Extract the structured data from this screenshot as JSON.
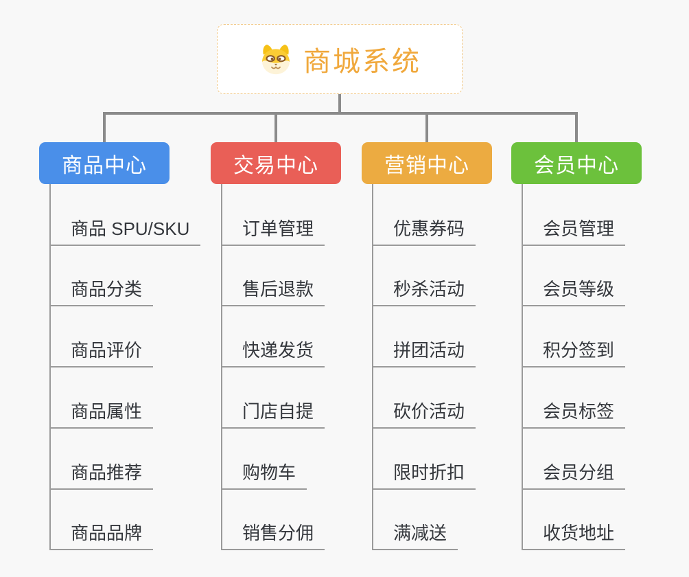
{
  "canvas": {
    "background": "#f8f8f8",
    "connector_color": "#8b8b8b",
    "child_line_color": "#9a9a9a",
    "child_text_color": "#34373c"
  },
  "root": {
    "label": "商城系统",
    "icon": "shiba-dog-icon",
    "text_color": "#f0a83c",
    "border_color": "#f2c988",
    "background": "#ffffff"
  },
  "branches": [
    {
      "label": "商品中心",
      "color": "#4a8fe9",
      "children": [
        "商品 SPU/SKU",
        "商品分类",
        "商品评价",
        "商品属性",
        "商品推荐",
        "商品品牌"
      ]
    },
    {
      "label": "交易中心",
      "color": "#e95f57",
      "children": [
        "订单管理",
        "售后退款",
        "快递发货",
        "门店自提",
        "购物车",
        "销售分佣"
      ]
    },
    {
      "label": "营销中心",
      "color": "#ecab41",
      "children": [
        "优惠券码",
        "秒杀活动",
        "拼团活动",
        "砍价活动",
        "限时折扣",
        "满减送"
      ]
    },
    {
      "label": "会员中心",
      "color": "#6cc13c",
      "children": [
        "会员管理",
        "会员等级",
        "积分签到",
        "会员标签",
        "会员分组",
        "收货地址"
      ]
    }
  ]
}
